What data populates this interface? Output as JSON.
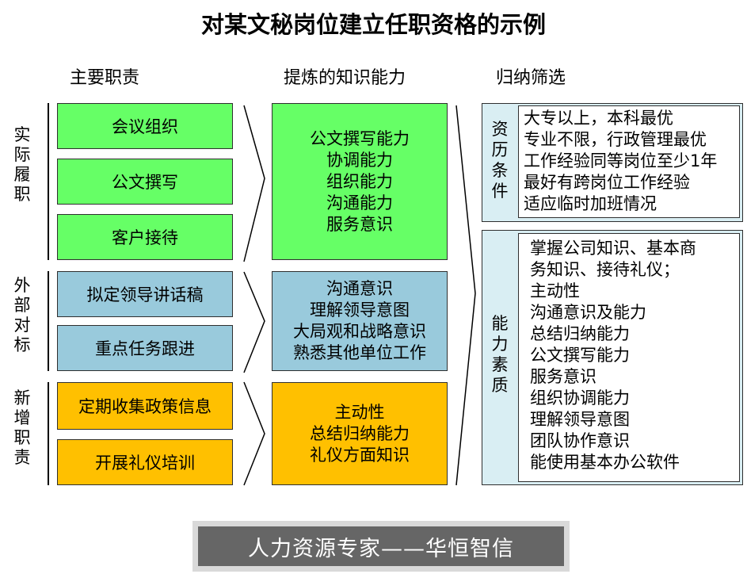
{
  "title": "对某文秘岗位建立任职资格的示例",
  "columns": {
    "duties": "主要职责",
    "abilities": "提炼的知识能力",
    "summary": "归纳筛选"
  },
  "groups": [
    {
      "label": [
        "实",
        "际",
        "履",
        "职"
      ],
      "duties": [
        "会议组织",
        "公文撰写",
        "客户接待"
      ],
      "abilities": [
        "公文撰写能力",
        "协调能力",
        "组织能力",
        "沟通能力",
        "服务意识"
      ]
    },
    {
      "label": [
        "外",
        "部",
        "对",
        "标"
      ],
      "duties": [
        "拟定领导讲话稿",
        "重点任务跟进"
      ],
      "abilities": [
        "沟通意识",
        "理解领导意图",
        "大局观和战略意识",
        "熟悉其他单位工作"
      ]
    },
    {
      "label": [
        "新",
        "增",
        "职",
        "责"
      ],
      "duties": [
        "定期收集政策信息",
        "开展礼仪培训"
      ],
      "abilities": [
        "主动性",
        "总结归纳能力",
        "礼仪方面知识"
      ]
    }
  ],
  "qualifications": {
    "label": [
      "资",
      "历",
      "条",
      "件"
    ],
    "items": [
      "大专以上，本科最优",
      "专业不限，行政管理最优",
      "工作经验同等岗位至少1年",
      "最好有跨岗位工作经验",
      "适应临时加班情况"
    ]
  },
  "competencies": {
    "label": [
      "能",
      "力",
      "素",
      "质"
    ],
    "items": [
      "掌握公司知识、基本商",
      "务知识、接待礼仪；",
      "主动性",
      "沟通意识及能力",
      "总结归纳能力",
      "公文撰写能力",
      "服务意识",
      "组织协调能力",
      "理解领导意图",
      "团队协作意识",
      "能使用基本办公软件"
    ]
  },
  "footer": "人力资源专家——华恒智信",
  "colors": {
    "green": "#66ff66",
    "blue": "#99cadc",
    "orange": "#ffc000",
    "panel": "#d9eef3",
    "footer": "#666666"
  }
}
